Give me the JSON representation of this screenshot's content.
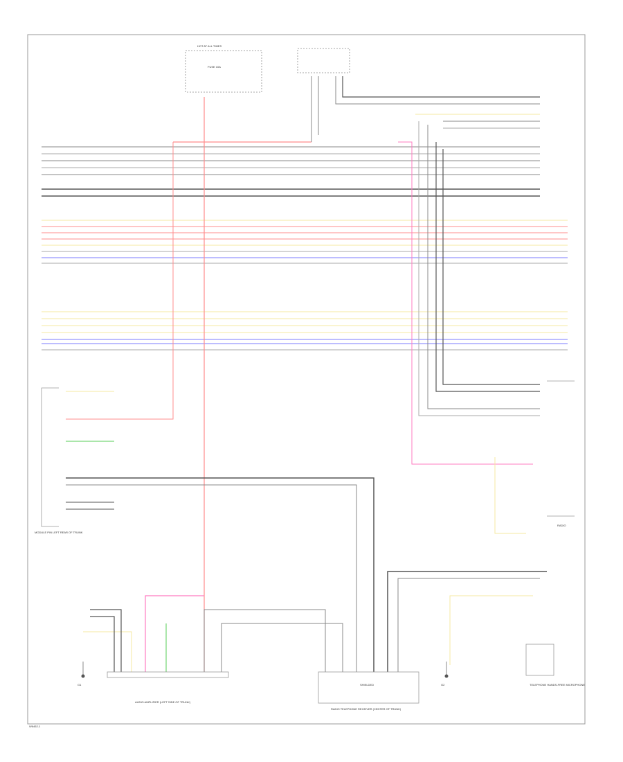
{
  "diagram": {
    "page_ref": "W6462-1",
    "labels": {
      "top_fuse": "HOT AT ALL TIMES",
      "top_fuse_box": "FUSE 10A",
      "left_connector": "MODULE PIN LEFT REAR OF TRUNK",
      "right_connector": "RADIO",
      "module_left": "AUDIO AMPLIFIER (LEFT SIDE OF TRUNK)",
      "module_center": "RADIO TELEPHONE RECEIVER (CENTER OF TRUNK)",
      "module_right": "TELEPHONE HANDS-FREE MICROPHONE",
      "ground_left": "G1",
      "ground_right": "G2",
      "shield": "SHIELDED"
    },
    "wire_colors": {
      "red": "#ff8c8c",
      "pink": "#ff7bc0",
      "yellow": "#f4e9a0",
      "blue": "#7b7bff",
      "green": "#55cc55",
      "gray": "#888888",
      "dark": "#555555",
      "light": "#aaaaaa",
      "frame": "#999999"
    }
  }
}
